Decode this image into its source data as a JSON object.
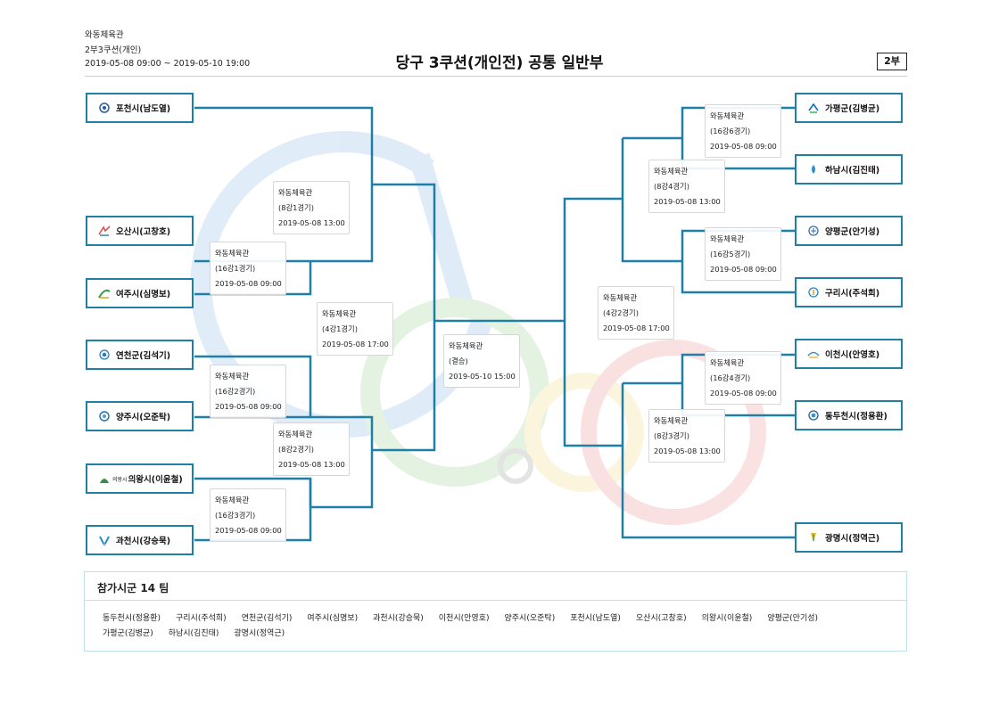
{
  "header": {
    "venue": "와동체육관",
    "category": "2부3쿠션(개인)",
    "period": "2019-05-08 09:00 ~ 2019-05-10 19:00",
    "title": "당구 3쿠션(개인전) 공통 일반부",
    "division": "2부"
  },
  "teams": {
    "left": [
      "포천시(남도열)",
      "오산시(고창호)",
      "여주시(심명보)",
      "연천군(김석기)",
      "양주시(오준탁)",
      "의왕시(이윤철)",
      "과천시(강승묵)"
    ],
    "right": [
      "가평군(김병균)",
      "하남시(김진태)",
      "양평군(안기성)",
      "구리시(주석희)",
      "이천시(안영호)",
      "동두천시(정용환)",
      "광명시(정역근)"
    ]
  },
  "emblems": {
    "uiwang_prefix": "의왕시"
  },
  "matches": {
    "r16_1": {
      "venue": "와동체육관",
      "label": "(16강1경기)",
      "time": "2019-05-08 09:00"
    },
    "r16_2": {
      "venue": "와동체육관",
      "label": "(16강2경기)",
      "time": "2019-05-08 09:00"
    },
    "r16_3": {
      "venue": "와동체육관",
      "label": "(16강3경기)",
      "time": "2019-05-08 09:00"
    },
    "qf_1": {
      "venue": "와동체육관",
      "label": "(8강1경기)",
      "time": "2019-05-08 13:00"
    },
    "qf_2": {
      "venue": "와동체육관",
      "label": "(8강2경기)",
      "time": "2019-05-08 13:00"
    },
    "sf_1": {
      "venue": "와동체육관",
      "label": "(4강1경기)",
      "time": "2019-05-08 17:00"
    },
    "final": {
      "venue": "와동체육관",
      "label": "(결승)",
      "time": "2019-05-10 15:00"
    },
    "sf_2": {
      "venue": "와동체육관",
      "label": "(4강2경기)",
      "time": "2019-05-08 17:00"
    },
    "qf_4": {
      "venue": "와동체육관",
      "label": "(8강4경기)",
      "time": "2019-05-08 13:00"
    },
    "qf_3": {
      "venue": "와동체육관",
      "label": "(8강3경기)",
      "time": "2019-05-08 13:00"
    },
    "r16_6": {
      "venue": "와동체육관",
      "label": "(16강6경기)",
      "time": "2019-05-08 09:00"
    },
    "r16_5": {
      "venue": "와동체육관",
      "label": "(16강5경기)",
      "time": "2019-05-08 09:00"
    },
    "r16_4": {
      "venue": "와동체육관",
      "label": "(16강4경기)",
      "time": "2019-05-08 09:00"
    }
  },
  "participants": {
    "title": "참가시군 14 팀",
    "list": [
      "동두천시(정용환)",
      "구리시(주석희)",
      "연천군(김석기)",
      "여주시(심명보)",
      "과천시(강승묵)",
      "이천시(안영호)",
      "양주시(오준탁)",
      "포천시(남도열)",
      "오산시(고창호)",
      "의왕시(이윤철)",
      "양평군(안기성)",
      "가평군(김병균)",
      "하남시(김진태)",
      "광명시(정역근)"
    ]
  },
  "colors": {
    "bracket": "#1f7fa6",
    "watermark_blue": "#3d8fd6",
    "watermark_green": "#5db84a",
    "watermark_red": "#e34a4a",
    "watermark_yellow": "#f0c73a",
    "watermark_gray": "#555555"
  }
}
